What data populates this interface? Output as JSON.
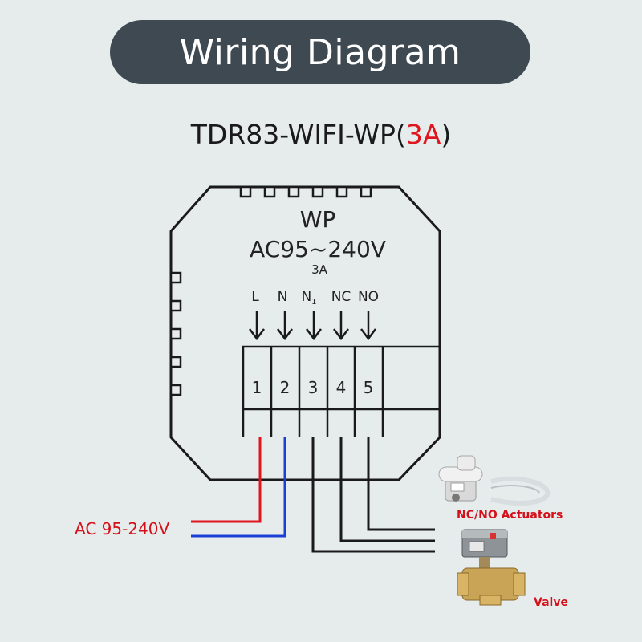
{
  "header": {
    "title": "Wiring Diagram"
  },
  "model": {
    "prefix": "TDR83-WIFI-WP(",
    "rating": "3A",
    "suffix": ")"
  },
  "device": {
    "name": "WP",
    "voltage": "AC95~240V",
    "current": "3A",
    "terminals": [
      {
        "signal": "L",
        "number": "1"
      },
      {
        "signal": "N",
        "number": "2"
      },
      {
        "signal": "N",
        "sub": "1",
        "number": "3"
      },
      {
        "signal": "NC",
        "number": "4"
      },
      {
        "signal": "NO",
        "number": "5"
      }
    ]
  },
  "power": {
    "label": "AC 95-240V"
  },
  "loads": {
    "actuator_label": "NC/NO Actuators",
    "valve_label": "Valve"
  },
  "colors": {
    "live": "#e0161e",
    "neutral": "#1a3fd6",
    "wire": "#1a1a1a",
    "background": "#e6ecec"
  }
}
